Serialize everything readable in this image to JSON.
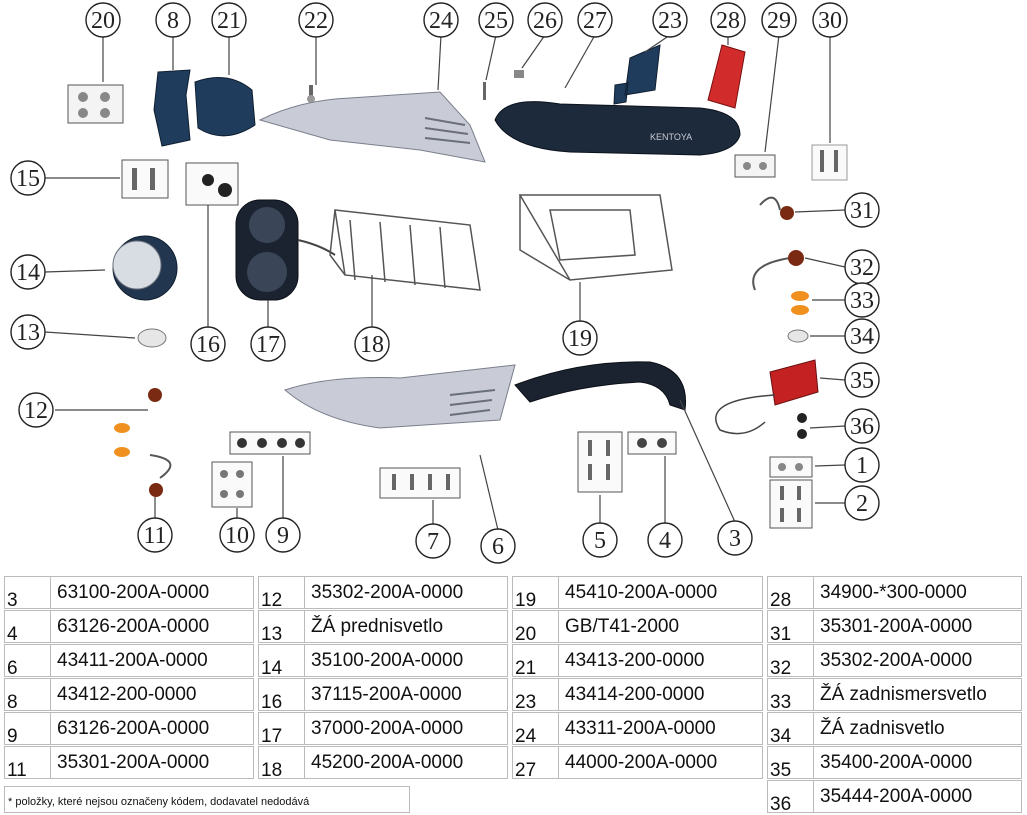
{
  "diagram": {
    "callouts": [
      "1",
      "2",
      "3",
      "4",
      "5",
      "6",
      "7",
      "8",
      "9",
      "10",
      "11",
      "12",
      "13",
      "14",
      "15",
      "16",
      "17",
      "18",
      "19",
      "20",
      "21",
      "22",
      "23",
      "24",
      "25",
      "26",
      "27",
      "28",
      "29",
      "30",
      "31",
      "32",
      "33",
      "34",
      "35",
      "36"
    ],
    "seat_brand": "KENTOYA",
    "colors": {
      "body_panel": "#c9ccd6",
      "seat": "#1d2a3c",
      "cover": "#1f3c5c",
      "reflector": "#d22b2b",
      "amber": "#f0901e"
    }
  },
  "table": {
    "columns": [
      [
        {
          "num": "3",
          "code": "63100-200A-0000"
        },
        {
          "num": "4",
          "code": "63126-200A-0000"
        },
        {
          "num": "6",
          "code": "43411-200A-0000"
        },
        {
          "num": "8",
          "code": "43412-200-0000"
        },
        {
          "num": "9",
          "code": "63126-200A-0000"
        },
        {
          "num": "11",
          "code": "35301-200A-0000"
        }
      ],
      [
        {
          "num": "12",
          "code": "35302-200A-0000"
        },
        {
          "num": "13",
          "code": "ŽÁ prednisvetlo"
        },
        {
          "num": "14",
          "code": "35100-200A-0000"
        },
        {
          "num": "16",
          "code": "37115-200A-0000"
        },
        {
          "num": "17",
          "code": "37000-200A-0000"
        },
        {
          "num": "18",
          "code": "45200-200A-0000"
        }
      ],
      [
        {
          "num": "19",
          "code": "45410-200A-0000"
        },
        {
          "num": "20",
          "code": "GB/T41-2000"
        },
        {
          "num": "21",
          "code": "43413-200-0000"
        },
        {
          "num": "23",
          "code": "43414-200-0000"
        },
        {
          "num": "24",
          "code": "43311-200A-0000"
        },
        {
          "num": "27",
          "code": "44000-200A-0000"
        }
      ],
      [
        {
          "num": "28",
          "code": "34900-*300-0000"
        },
        {
          "num": "31",
          "code": "35301-200A-0000"
        },
        {
          "num": "32",
          "code": "35302-200A-0000"
        },
        {
          "num": "33",
          "code": "ŽÁ zadnismersvetlo"
        },
        {
          "num": "34",
          "code": "ŽÁ zadnisvetlo"
        },
        {
          "num": "35",
          "code": "35400-200A-0000"
        },
        {
          "num": "36",
          "code": "35444-200A-0000"
        }
      ]
    ],
    "footnote": "* položky, které nejsou označeny kódem, dodavatel nedodává"
  }
}
